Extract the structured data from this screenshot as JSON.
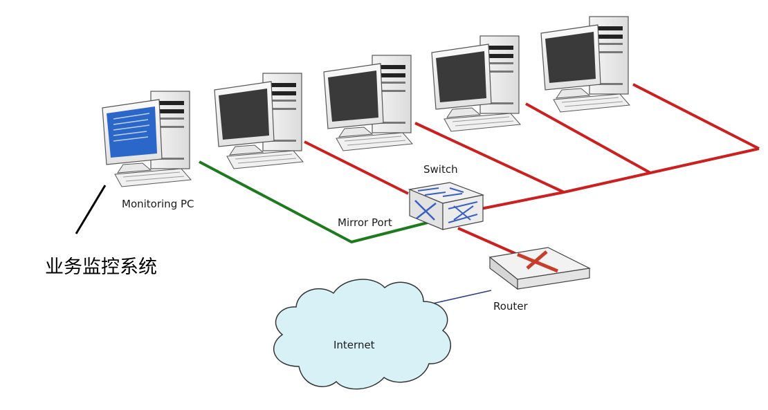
{
  "labels": {
    "switch": "Switch",
    "mirror_port": "Mirror Port",
    "monitoring_pc": "Monitoring PC",
    "router": "Router",
    "internet": "Internet"
  },
  "annotation": "业务监控系统",
  "colors": {
    "red_link": "#cc1f1f",
    "green_link": "#1e7a1e",
    "blue_link": "#2a3a8c",
    "monitor_screen": "#3a3a3a",
    "monitoring_screen": "#2b67c9",
    "cloud_fill": "#d8f1f7"
  },
  "nodes": [
    {
      "name": "monitoring-pc",
      "icon": "desktop-computer-icon"
    },
    {
      "name": "workstation-1",
      "icon": "desktop-computer-icon"
    },
    {
      "name": "workstation-2",
      "icon": "desktop-computer-icon"
    },
    {
      "name": "workstation-3",
      "icon": "desktop-computer-icon"
    },
    {
      "name": "workstation-4",
      "icon": "desktop-computer-icon"
    },
    {
      "name": "switch",
      "icon": "network-switch-icon"
    },
    {
      "name": "router",
      "icon": "router-icon"
    },
    {
      "name": "internet",
      "icon": "cloud-icon"
    }
  ]
}
